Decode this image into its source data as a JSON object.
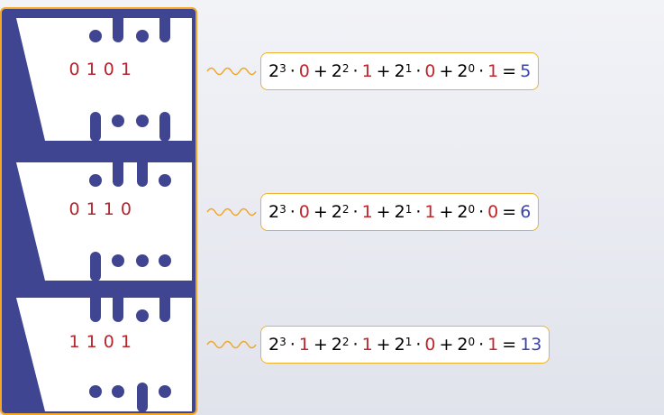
{
  "colors": {
    "strip_fill": "#3f4590",
    "border": "#f5a623",
    "bit_color": "#b3262e",
    "result_color": "#3b43a8"
  },
  "cards": [
    {
      "bits": [
        "0",
        "1",
        "0",
        "1"
      ],
      "terms": [
        {
          "base": "2",
          "exp": "3",
          "bit": "0"
        },
        {
          "base": "2",
          "exp": "2",
          "bit": "1"
        },
        {
          "base": "2",
          "exp": "1",
          "bit": "0"
        },
        {
          "base": "2",
          "exp": "0",
          "bit": "1"
        }
      ],
      "result": "5"
    },
    {
      "bits": [
        "0",
        "1",
        "1",
        "0"
      ],
      "terms": [
        {
          "base": "2",
          "exp": "3",
          "bit": "0"
        },
        {
          "base": "2",
          "exp": "2",
          "bit": "1"
        },
        {
          "base": "2",
          "exp": "1",
          "bit": "1"
        },
        {
          "base": "2",
          "exp": "0",
          "bit": "0"
        }
      ],
      "result": "6"
    },
    {
      "bits": [
        "1",
        "1",
        "0",
        "1"
      ],
      "terms": [
        {
          "base": "2",
          "exp": "3",
          "bit": "1"
        },
        {
          "base": "2",
          "exp": "2",
          "bit": "1"
        },
        {
          "base": "2",
          "exp": "1",
          "bit": "0"
        },
        {
          "base": "2",
          "exp": "0",
          "bit": "1"
        }
      ],
      "result": "13"
    }
  ]
}
